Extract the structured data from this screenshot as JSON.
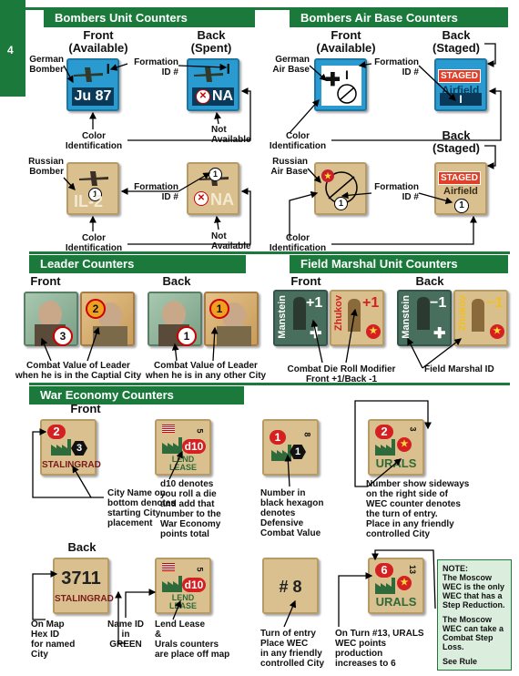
{
  "page_number": "4",
  "sections": {
    "bombers": "Bombers Unit Counters",
    "air_base": "Bombers Air Base Counters",
    "leader": "Leader Counters",
    "field_marshal": "Field Marshal Unit Counters",
    "war_economy": "War Economy Counters"
  },
  "bombers": {
    "front_title": "Front\n(Available)",
    "back_title": "Back\n(Spent)",
    "german_bomber": "German\nBomber",
    "russian_bomber": "Russian\nBomber",
    "formation_id_1": "Formation\nID #",
    "formation_id_2": "Formation\nID #",
    "color_id_1": "Color\nIdentification",
    "color_id_2": "Color\nIdentification",
    "not_available_1": "Not\nAvailable",
    "not_available_2": "Not\nAvailable",
    "ju87_text": "Ju 87",
    "ju87_id": "I",
    "na_text": "NA",
    "na_id": "I",
    "il2_text": "IL-2",
    "il2_id": "1",
    "na2_text": "NA",
    "na2_id": "1"
  },
  "air_base": {
    "front_title": "Front\n(Available)",
    "back_title": "Back\n(Staged)",
    "back_title_2": "Back\n(Staged)",
    "german_air_base": "German\nAir Base",
    "russian_air_base": "Russian\nAir Base",
    "formation_id_1": "Formation\nID #",
    "formation_id_2": "Formation\nID #",
    "color_id_1": "Color\nIdentification",
    "color_id_2": "Color\nIdentification",
    "g_id": "I",
    "staged": "STAGED",
    "airfield": "Airfield",
    "staged_id": "I",
    "r_id": "1",
    "staged2": "STAGED",
    "airfield2": "Airfield",
    "staged2_id": "1"
  },
  "leader": {
    "front": "Front",
    "back": "Back",
    "hitler_front": "3",
    "stalin_front": "2",
    "hitler_back": "1",
    "stalin_back": "1",
    "caption_front": "Combat Value of Leader\nwhen he is in the Captial City",
    "caption_back": "Combat Value of Leader\nwhen he is in any other City"
  },
  "field_marshal": {
    "front": "Front",
    "back": "Back",
    "manstein_front_name": "Manstein",
    "manstein_front_val": "+1",
    "zhukov_front_name": "Zhukov",
    "zhukov_front_val": "+1",
    "manstein_back_name": "Manstein",
    "manstein_back_val": "−1",
    "zhukov_back_name": "Zhukov",
    "zhukov_back_val": "−1",
    "caption_modifier": "Combat Die Roll Modifier\nFront +1/Back -1",
    "caption_id": "Field Marshal ID"
  },
  "war_economy": {
    "front": "Front",
    "back": "Back",
    "stalingrad_val": "2",
    "stalingrad_hex": "3",
    "stalingrad_name": "STALINGRAD",
    "lendlease_val": "d10",
    "lendlease_small": "5",
    "lendlease_name": "LEND\nLEASE",
    "eight_val": "1",
    "eight_hex": "1",
    "eight_small": "8",
    "urals_val": "2",
    "urals_small": "3",
    "urals_name": "URALS",
    "cap_city": "City Name on\nbottom denotes\nstarting City\nplacement",
    "cap_d10": "d10 denotes\nyou roll a die\nand add that\nnumber to the\nWar Economy\npoints total",
    "cap_hex": "Number in\nblack hexagon\ndenotes\nDefensive\nCombat Value",
    "cap_side": "Number show sideways\non the right side of\nWEC counter denotes\nthe turn of entry.\nPlace in any friendly\ncontrolled City",
    "back_hex_id": "3711",
    "back_stalingrad": "STALINGRAD",
    "back_lend_val": "d10",
    "back_lend_small": "5",
    "back_lend_name": "LEND\nLEASE",
    "back_turn": "# 8",
    "back_urals_val": "6",
    "back_urals_small": "13",
    "back_urals_name": "URALS",
    "cap_hexid": "On Map\nHex ID\nfor named\nCity",
    "cap_nameid": "Name ID\nin\nGREEN",
    "cap_lend": "Lend Lease\n&\nUrals counters\nare place off map",
    "cap_turn": "Turn of entry\nPlace WEC\nin any friendly\ncontrolled City",
    "cap_urals": "On Turn #13, URALS\nWEC points production\nincreases to 6"
  },
  "note": {
    "p1": "NOTE:\nThe Moscow\nWEC is the only\nWEC that has a\nStep Reduction.",
    "p2": "The Moscow\nWEC can take a\nCombat Step\nLoss.",
    "p3": "See Rule"
  },
  "colors": {
    "green": "#1b7a3b",
    "blue": "#2a9bd0",
    "tan": "#d9c08e",
    "red": "#d42020"
  }
}
